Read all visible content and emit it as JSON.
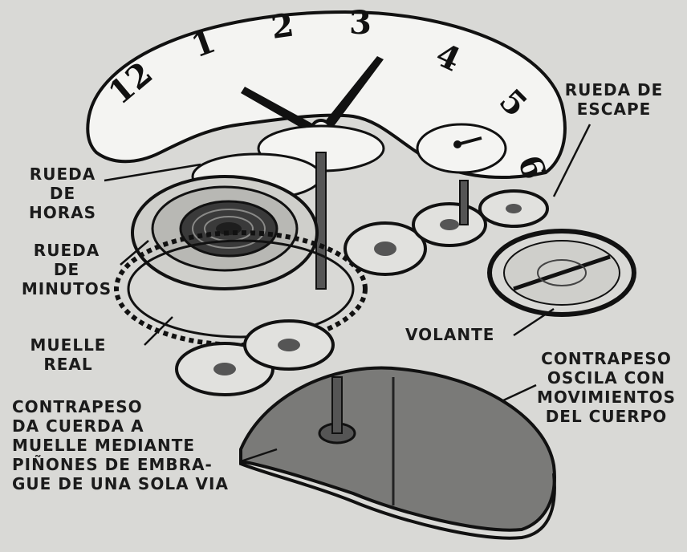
{
  "dial": {
    "numerals": [
      "12",
      "1",
      "2",
      "3",
      "4",
      "5",
      "6"
    ]
  },
  "labels": {
    "rueda_de_horas": [
      "RUEDA",
      "DE",
      "HORAS"
    ],
    "rueda_de_minutos": [
      "RUEDA",
      "DE",
      "MINUTOS"
    ],
    "muelle_real": [
      "MUELLE",
      "REAL"
    ],
    "contrapeso_da_cuerda": [
      "CONTRAPESO",
      "DA CUERDA A",
      "MUELLE MEDIANTE",
      "PIÑONES DE EMBRA-",
      "GUE DE UNA SOLA VIA"
    ],
    "rueda_de_escape": [
      "RUEDA DE",
      "ESCAPE"
    ],
    "volante": [
      "VOLANTE"
    ],
    "contrapeso_oscila": [
      "CONTRAPESO",
      "OSCILA CON",
      "MOVIMIENTOS",
      "DEL CUERPO"
    ]
  },
  "colors": {
    "background": "#d9d9d6",
    "dial": "#f4f4f2",
    "ink": "#1b1b1b",
    "rotor": "#7a7a78"
  }
}
